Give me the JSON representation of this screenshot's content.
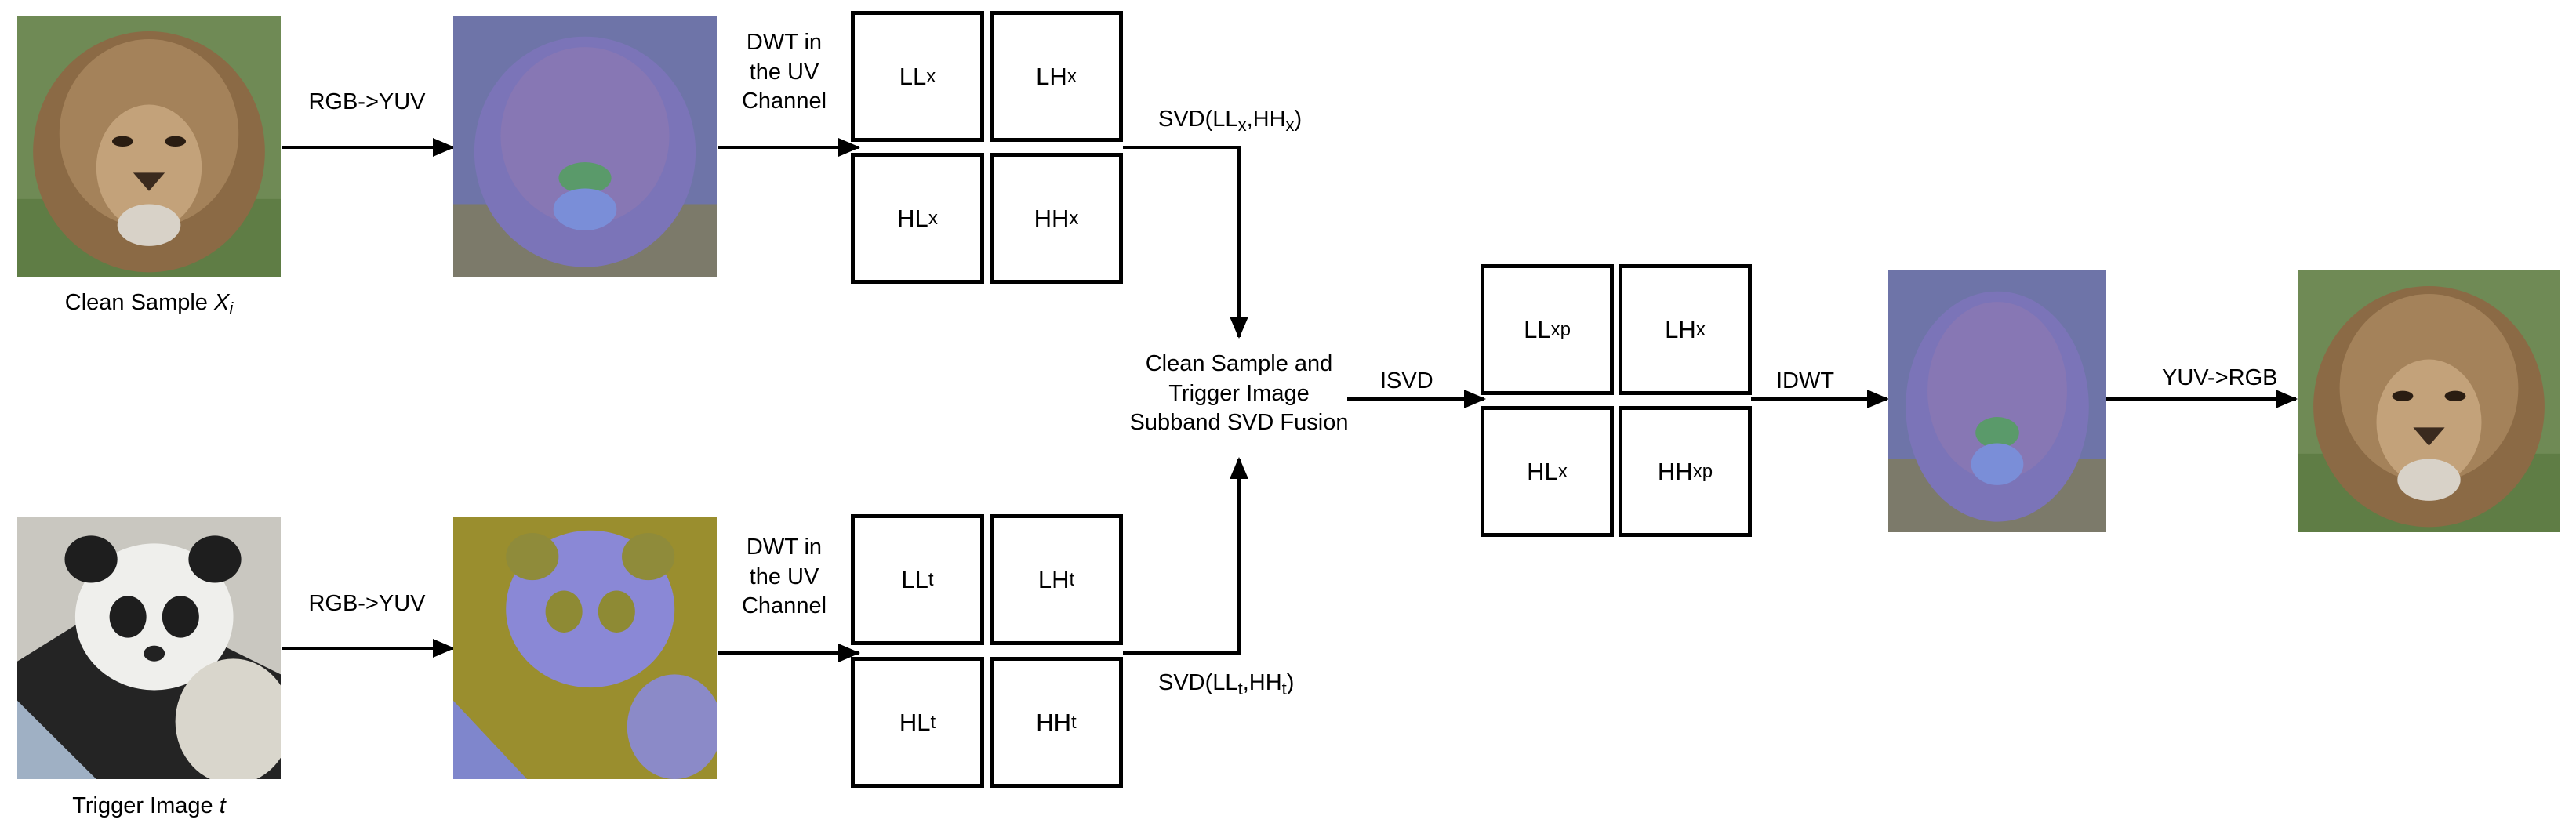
{
  "clean_caption": {
    "text": "Clean Sample",
    "var": "X",
    "var_sub": "i"
  },
  "trigger_caption": {
    "text": "Trigger Image",
    "var": "t"
  },
  "labels": {
    "rgb_yuv": "RGB->YUV",
    "dwt_line1": "DWT in",
    "dwt_line2": "the UV",
    "dwt_line3": "Channel",
    "fusion_line1": "Clean Sample and",
    "fusion_line2": "Trigger Image",
    "fusion_line3": "Subband SVD Fusion",
    "isvd": "ISVD",
    "idwt": "IDWT",
    "yuv_rgb": "YUV->RGB"
  },
  "svd_top": {
    "prefix": "SVD(",
    "a": "LL",
    "a_sub": "x",
    "sep": ",",
    "b": "HH",
    "b_sub": "x",
    "suffix": ")"
  },
  "svd_bottom": {
    "prefix": "SVD(",
    "a": "LL",
    "a_sub": "t",
    "sep": ",",
    "b": "HH",
    "b_sub": "t",
    "suffix": ")"
  },
  "subbands_clean": [
    {
      "main": "LL",
      "sub": "x"
    },
    {
      "main": "LH",
      "sub": "x"
    },
    {
      "main": "HL",
      "sub": "x"
    },
    {
      "main": "HH",
      "sub": "x"
    }
  ],
  "subbands_trigger": [
    {
      "main": "LL",
      "sub": "t"
    },
    {
      "main": "LH",
      "sub": "t"
    },
    {
      "main": "HL",
      "sub": "t"
    },
    {
      "main": "HH",
      "sub": "t"
    }
  ],
  "subbands_fused": [
    {
      "main": "LL",
      "sub": "xp"
    },
    {
      "main": "LH",
      "sub": "x"
    },
    {
      "main": "HL",
      "sub": "x"
    },
    {
      "main": "HH",
      "sub": "xp"
    }
  ],
  "colors": {
    "stroke": "#000000",
    "lion_rgb": "#8b6a45",
    "lion_yuv": "#7b74b8",
    "panda_yuv_bg": "#9a8e2e",
    "panda_yuv_fg": "#8a88d6"
  }
}
